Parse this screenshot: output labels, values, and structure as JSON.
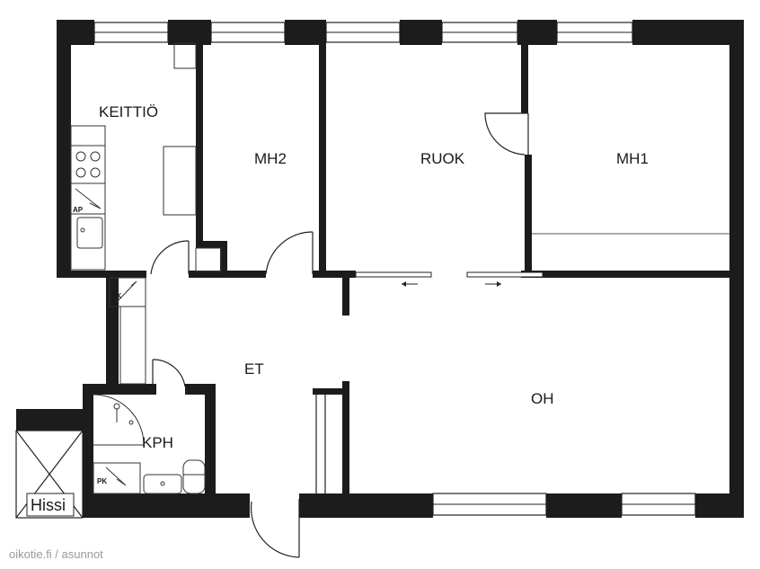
{
  "rooms": {
    "keittio": "KEITTIÖ",
    "mh2": "MH2",
    "ruok": "RUOK",
    "mh1": "MH1",
    "et": "ET",
    "oh": "OH",
    "kph": "KPH"
  },
  "fixtures": {
    "ap": "AP",
    "jk": "JK",
    "pk": "PK"
  },
  "elevator": "Hissi",
  "watermark": "oikotie.fi / asunnot"
}
